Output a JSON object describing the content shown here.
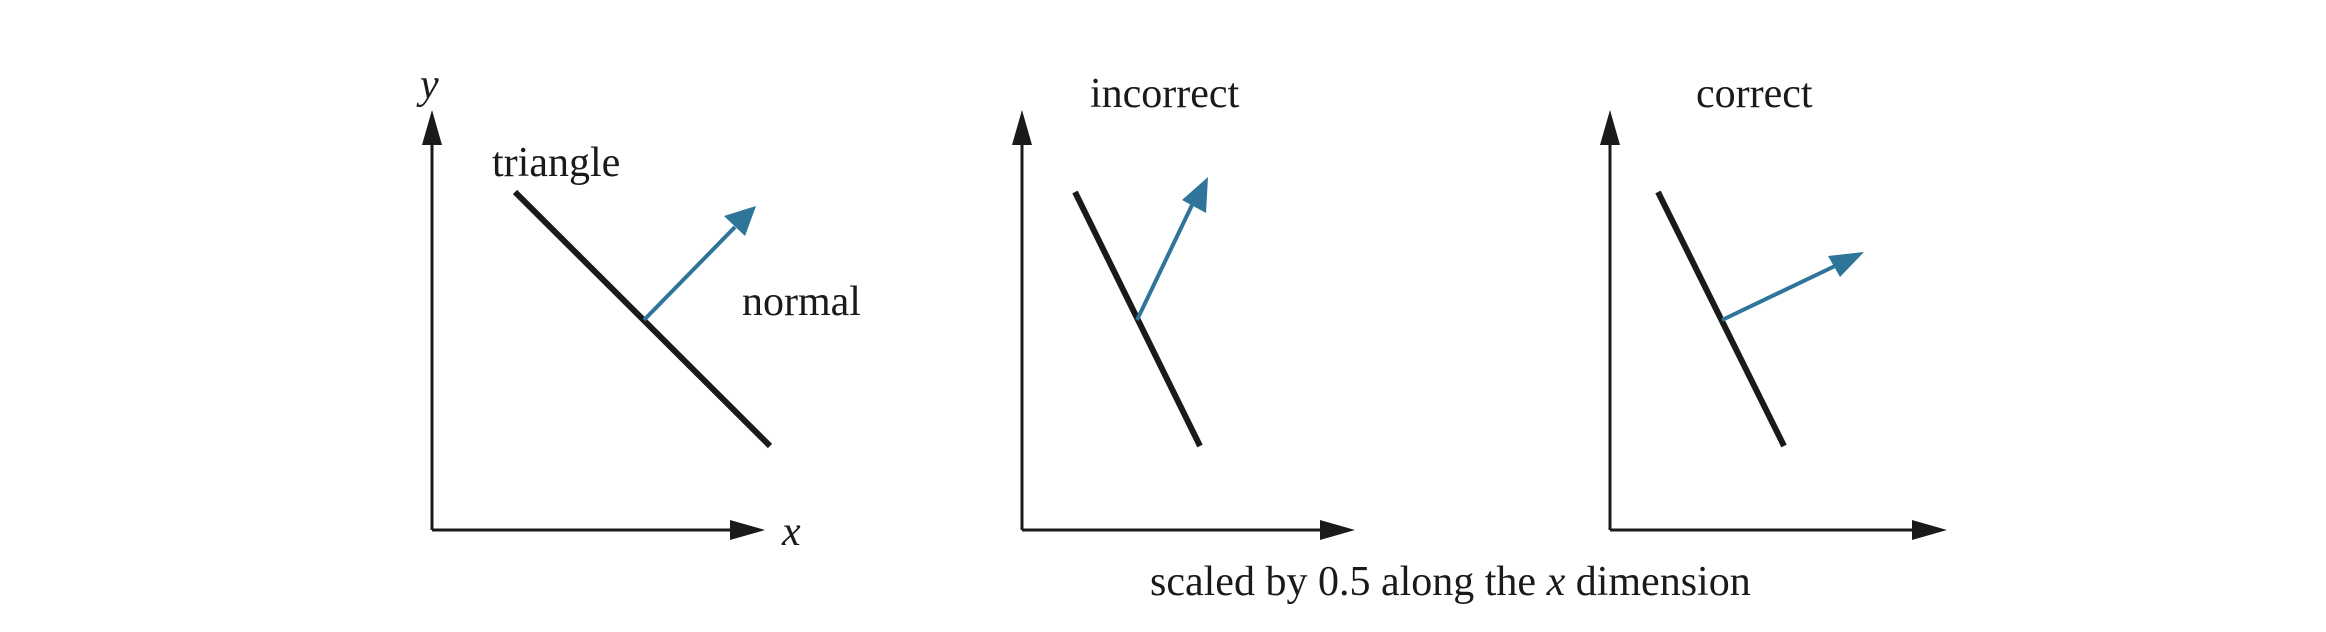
{
  "panels": [
    {
      "axis_labels": {
        "y": "y",
        "x": "x"
      },
      "labels": {
        "triangle": "triangle",
        "normal": "normal"
      }
    },
    {
      "title": "incorrect"
    },
    {
      "title": "correct"
    }
  ],
  "caption": {
    "prefix": "scaled by 0.5 along the ",
    "variable": "x",
    "suffix": " dimension"
  },
  "colors": {
    "axis": "#1a1a1a",
    "triangle_line": "#1a1a1a",
    "normal_arrow": "#2f7499"
  }
}
